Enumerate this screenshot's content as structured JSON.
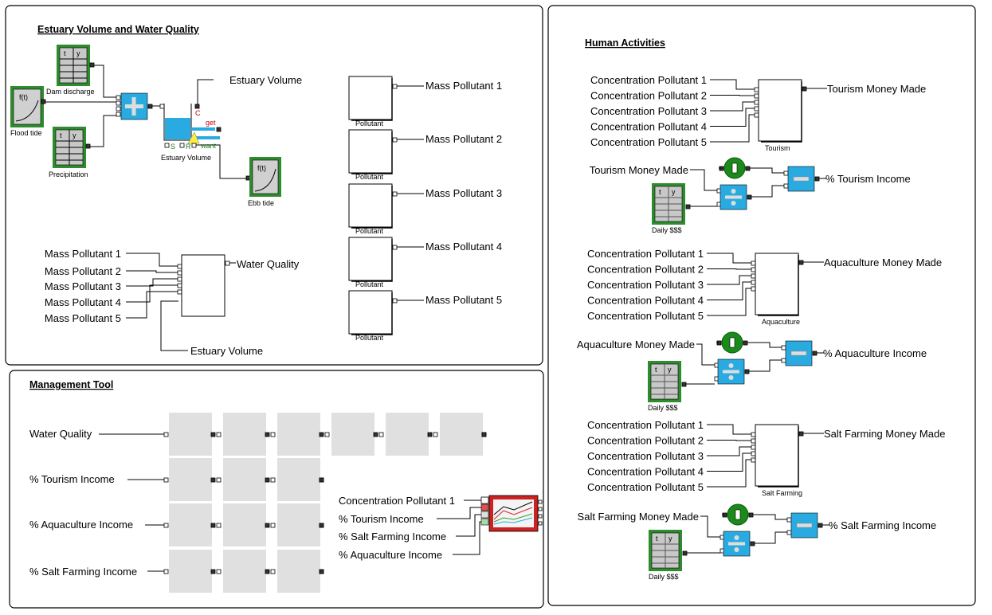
{
  "colors": {
    "accent": "#29abe2",
    "table_green": "#2e8b2e",
    "gray_block": "#e0e0e0",
    "scope_red": "#cc2222"
  },
  "estuary": {
    "title": "Estuary Volume and Water Quality",
    "dam_discharge": "Dam discharge",
    "flood_tide": "Flood tide",
    "precipitation": "Precipitation",
    "ebb_tide": "Ebb tide",
    "estuary_volume_block": "Estuary Volume",
    "estuary_volume_out": "Estuary Volume",
    "port_get": "get",
    "port_c": "C",
    "port_want": "want",
    "port_s": "S",
    "port_r": "R",
    "table_t": "t",
    "table_y": "y",
    "ft": "f(t)",
    "pollutant_block": "Pollutant",
    "mass_outputs": [
      "Mass Pollutant 1",
      "Mass Pollutant 2",
      "Mass Pollutant 3",
      "Mass Pollutant 4",
      "Mass Pollutant 5"
    ],
    "wq_inputs": [
      "Mass Pollutant 1",
      "Mass Pollutant 2",
      "Mass Pollutant 3",
      "Mass Pollutant 4",
      "Mass Pollutant 5"
    ],
    "water_quality": "Water Quality",
    "wq_estuary_volume": "Estuary Volume"
  },
  "management": {
    "title": "Management Tool",
    "rows": [
      "Water Quality",
      "% Tourism Income",
      "% Aquaculture Income",
      "% Salt Farming Income"
    ],
    "scope_inputs": [
      "Concentration Pollutant 1",
      "% Tourism Income",
      "% Salt Farming Income",
      "% Aquaculture Income"
    ]
  },
  "human": {
    "title": "Human Activities",
    "sections": [
      {
        "inputs": [
          "Concentration Pollutant 1",
          "Concentration Pollutant 2",
          "Concentration Pollutant 3",
          "Concentration Pollutant 4",
          "Concentration Pollutant 5"
        ],
        "block": "Tourism",
        "output": "Tourism Money Made",
        "money": "Tourism Money Made",
        "daily": "Daily $$$",
        "pct": "% Tourism Income"
      },
      {
        "inputs": [
          "Concentration Pollutant 1",
          "Concentration Pollutant 2",
          "Concentration Pollutant 3",
          "Concentration Pollutant 4",
          "Concentration Pollutant 5"
        ],
        "block": "Aquaculture",
        "output": "Aquaculture Money Made",
        "money": "Aquaculture Money Made",
        "daily": "Daily $$$",
        "pct": "% Aquaculture Income"
      },
      {
        "inputs": [
          "Concentration Pollutant 1",
          "Concentration Pollutant 2",
          "Concentration Pollutant 3",
          "Concentration Pollutant 4",
          "Concentration Pollutant 5"
        ],
        "block": "Salt Farming",
        "output": "Salt Farming Money Made",
        "money": "Salt Farming Money Made",
        "daily": "Daily $$$",
        "pct": "% Salt Farming Income"
      }
    ]
  }
}
